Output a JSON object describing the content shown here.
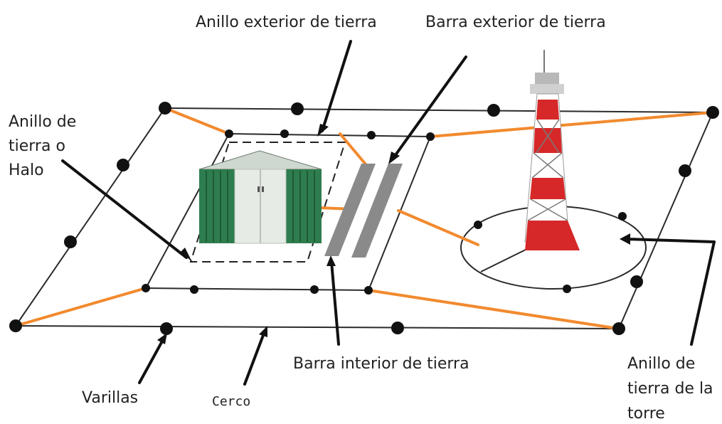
{
  "labels": {
    "anillo_exterior": "Anillo exterior de tierra",
    "barra_exterior": "Barra exterior de tierra",
    "halo_line1": "Anillo de",
    "halo_line2": "tierra o",
    "halo_line3": "Halo",
    "barra_interior": "Barra interior de tierra",
    "varillas": "Varillas",
    "cerco": "Cerco",
    "torre_line1": "Anillo de",
    "torre_line2": "tierra de la",
    "torre_line3": "torre"
  },
  "colors": {
    "bonding_conductor": "#f28a2e",
    "ground_bar": "#8a8a8a",
    "shed_green": "#2e7d4f",
    "tower_red": "#d62828"
  },
  "icons": {
    "shed": "equipment-shelter-icon",
    "tower": "telecom-tower-icon"
  }
}
